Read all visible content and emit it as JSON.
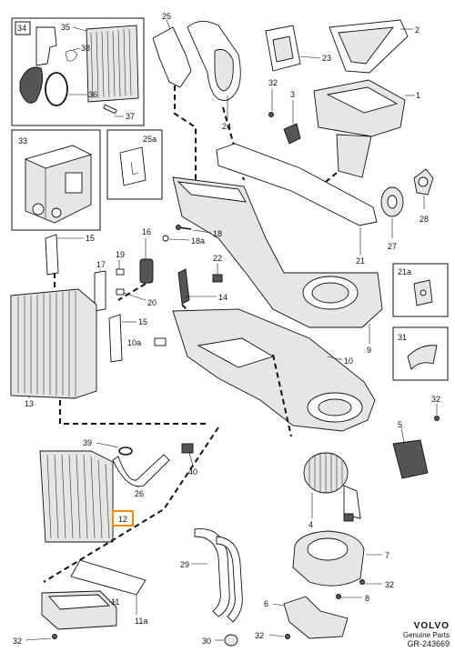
{
  "callouts": {
    "n1": "1",
    "n2": "2",
    "n3": "3",
    "n4": "4",
    "n5": "5",
    "n6": "6",
    "n7": "7",
    "n8": "8",
    "n9": "9",
    "n10": "10",
    "n10a": "10a",
    "n11": "11",
    "n11a": "11a",
    "n12": "12",
    "n13": "13",
    "n14": "14",
    "n15a": "15",
    "n15b": "15",
    "n16": "16",
    "n17": "17",
    "n18": "18",
    "n18a": "18a",
    "n19": "19",
    "n20": "20",
    "n21": "21",
    "n21a": "21a",
    "n22": "22",
    "n23": "23",
    "n24": "24",
    "n25": "25",
    "n25a": "25a",
    "n26": "26",
    "n27": "27",
    "n28": "28",
    "n29": "29",
    "n30": "30",
    "n31": "31",
    "n32a": "32",
    "n32b": "32",
    "n32c": "32",
    "n32d": "32",
    "n32e": "32",
    "n33": "33",
    "n34": "34",
    "n35": "35",
    "n36": "36",
    "n37": "37",
    "n38": "38",
    "n39": "39",
    "n40": "40"
  },
  "brand": {
    "logo": "VOLVO",
    "subtitle": "Genuine Parts",
    "ref": "GR-243669"
  },
  "highlight_color": "#f08a00"
}
